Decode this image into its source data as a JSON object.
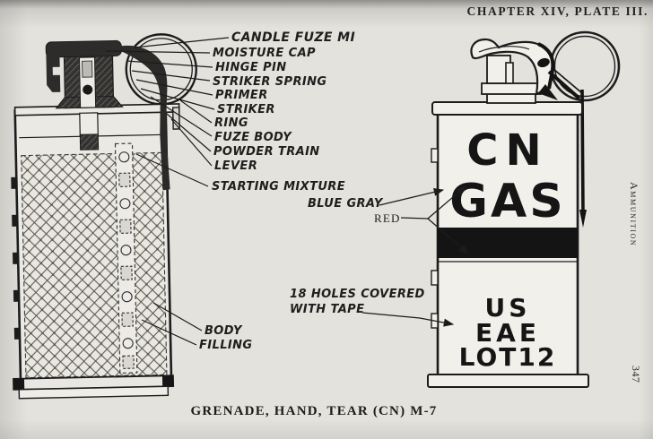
{
  "page": {
    "header": "CHAPTER XIV, PLATE III.",
    "caption": "GRENADE, HAND, TEAR (CN) M-7",
    "margin_text": "Ammunition",
    "page_number": "347",
    "colors": {
      "paper": "#e4e2dd",
      "ink": "#1c1c1c",
      "band": "#141414"
    }
  },
  "left_diagram": {
    "view": "cross-section",
    "labels": {
      "candle_fuze": "CANDLE FUZE MI",
      "moisture_cap": "MOISTURE CAP",
      "hinge_pin": "HINGE PIN",
      "striker_spring": "STRIKER SPRING",
      "primer": "PRIMER",
      "striker": "STRIKER",
      "ring": "RING",
      "fuze_body": "FUZE BODY",
      "powder_train": "POWDER TRAIN",
      "lever": "LEVER",
      "starting_mixture": "STARTING MIXTURE",
      "body": "BODY",
      "filling": "FILLING"
    }
  },
  "right_diagram": {
    "view": "exterior",
    "labels": {
      "blue_gray": "BLUE GRAY",
      "red": "RED",
      "holes_line1": "18 HOLES COVERED",
      "holes_line2": "WITH TAPE"
    },
    "stencil": {
      "line1": "CN",
      "line2": "GAS",
      "line3": "US",
      "line4": "EAE",
      "line5": "LOT12"
    }
  }
}
